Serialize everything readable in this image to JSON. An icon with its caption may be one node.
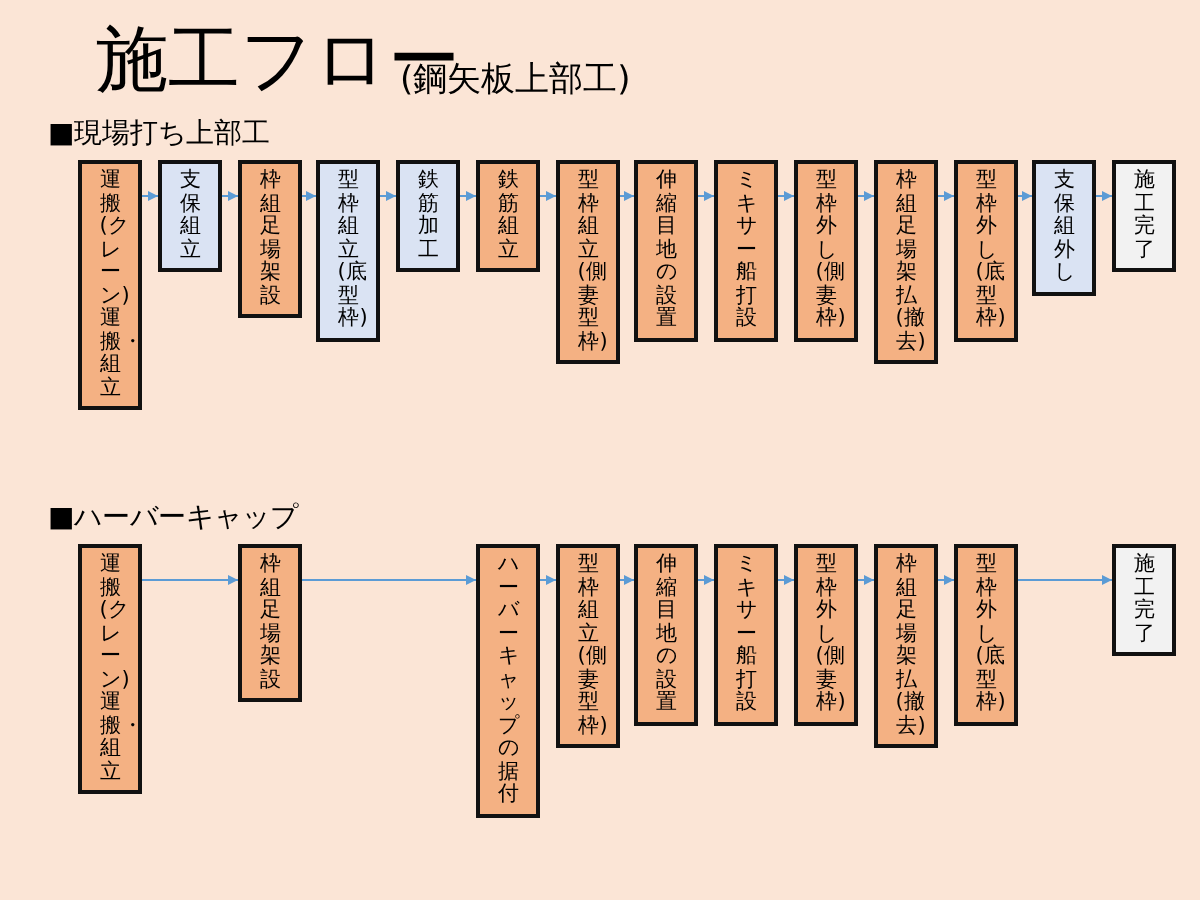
{
  "diagram": {
    "title": "施工フロー",
    "nodes": [
      {
        "text": [
          "運搬(クレーン)運搬・組立"
        ]
      },
      {
        "text": [
          "支保組立"
        ]
      },
      {
        "text": [
          "枠組足場架設"
        ]
      },
      {
        "text": [
          "型枠組立(底型枠)"
        ]
      },
      {
        "text": [
          "鉄筋加工"
        ]
      },
      {
        "text": [
          "鉄筋組立"
        ]
      },
      {
        "text": [
          "型枠組立(側妻型枠)"
        ]
      },
      {
        "text": [
          "伸縮目地の設置"
        ]
      },
      {
        "text": [
          "ミキサー船打設"
        ]
      },
      {
        "text": [
          "型枠外し(側妻枠)"
        ]
      },
      {
        "text": [
          "枠組足場架払(撤去)"
        ]
      },
      {
        "text": [
          "型枠外し(底型枠)"
        ]
      },
      {
        "text": [
          "支保組外し"
        ]
      },
      {
        "text": [
          "施工完了"
        ]
      },
      {
        "text": [
          "運搬(クレーン)運搬・組立"
        ]
      },
      {
        "text": [
          "枠組足場架設"
        ]
      },
      {
        "text": [
          "ハーバーキャップの据付"
        ]
      },
      {
        "text": [
          "型枠組立(側妻型枠)"
        ]
      },
      {
        "text": [
          "伸縮目地の設置"
        ]
      },
      {
        "text": [
          "ミキサー船打設"
        ]
      },
      {
        "text": [
          "型枠外し(側妻枠)"
        ]
      },
      {
        "text": [
          "枠組足場架払(撤去)"
        ]
      },
      {
        "text": [
          "型枠外し(底型枠)"
        ]
      },
      {
        "text": [
          "施工完了"
        ]
      }
    ],
    "edges": [
      {
        "from": 0,
        "to": 1,
        "arrow": "to"
      },
      {
        "from": 1,
        "to": 2,
        "arrow": "to"
      },
      {
        "from": 2,
        "to": 3,
        "arrow": "to"
      },
      {
        "from": 3,
        "to": 4,
        "arrow": "to"
      },
      {
        "from": 4,
        "to": 5,
        "arrow": "to"
      },
      {
        "from": 5,
        "to": 6,
        "arrow": "to"
      },
      {
        "from": 6,
        "to": 7,
        "arrow": "to"
      },
      {
        "from": 7,
        "to": 8,
        "arrow": "to"
      },
      {
        "from": 8,
        "to": 9,
        "arrow": "to"
      },
      {
        "from": 9,
        "to": 10,
        "arrow": "to"
      },
      {
        "from": 10,
        "to": 11,
        "arrow": "to"
      },
      {
        "from": 11,
        "to": 12,
        "arrow": "to"
      },
      {
        "from": 12,
        "to": 13,
        "arrow": "to"
      },
      {
        "from": 14,
        "to": 15,
        "arrow": "to"
      },
      {
        "from": 15,
        "to": 16,
        "arrow": "to"
      },
      {
        "from": 16,
        "to": 17,
        "arrow": "to"
      },
      {
        "from": 17,
        "to": 18,
        "arrow": "to"
      },
      {
        "from": 18,
        "to": 19,
        "arrow": "to"
      },
      {
        "from": 19,
        "to": 20,
        "arrow": "to"
      },
      {
        "from": 20,
        "to": 21,
        "arrow": "to"
      },
      {
        "from": 21,
        "to": 22,
        "arrow": "to"
      },
      {
        "from": 22,
        "to": 23,
        "arrow": "to"
      }
    ],
    "labels": [
      "(鋼矢板上部工)",
      "■現場打ち上部工",
      "■ハーバーキャップ"
    ]
  }
}
